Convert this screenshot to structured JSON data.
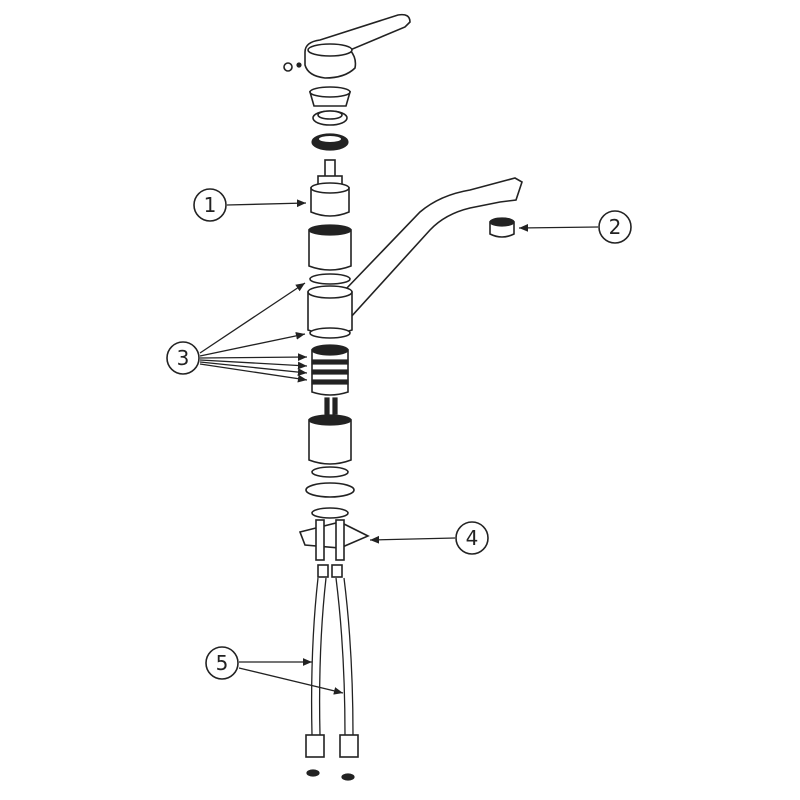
{
  "diagram": {
    "type": "exploded-parts-view",
    "callouts": [
      {
        "id": "callout-1",
        "label": "1"
      },
      {
        "id": "callout-2",
        "label": "2"
      },
      {
        "id": "callout-3",
        "label": "3"
      },
      {
        "id": "callout-4",
        "label": "4"
      },
      {
        "id": "callout-5",
        "label": "5"
      }
    ]
  }
}
